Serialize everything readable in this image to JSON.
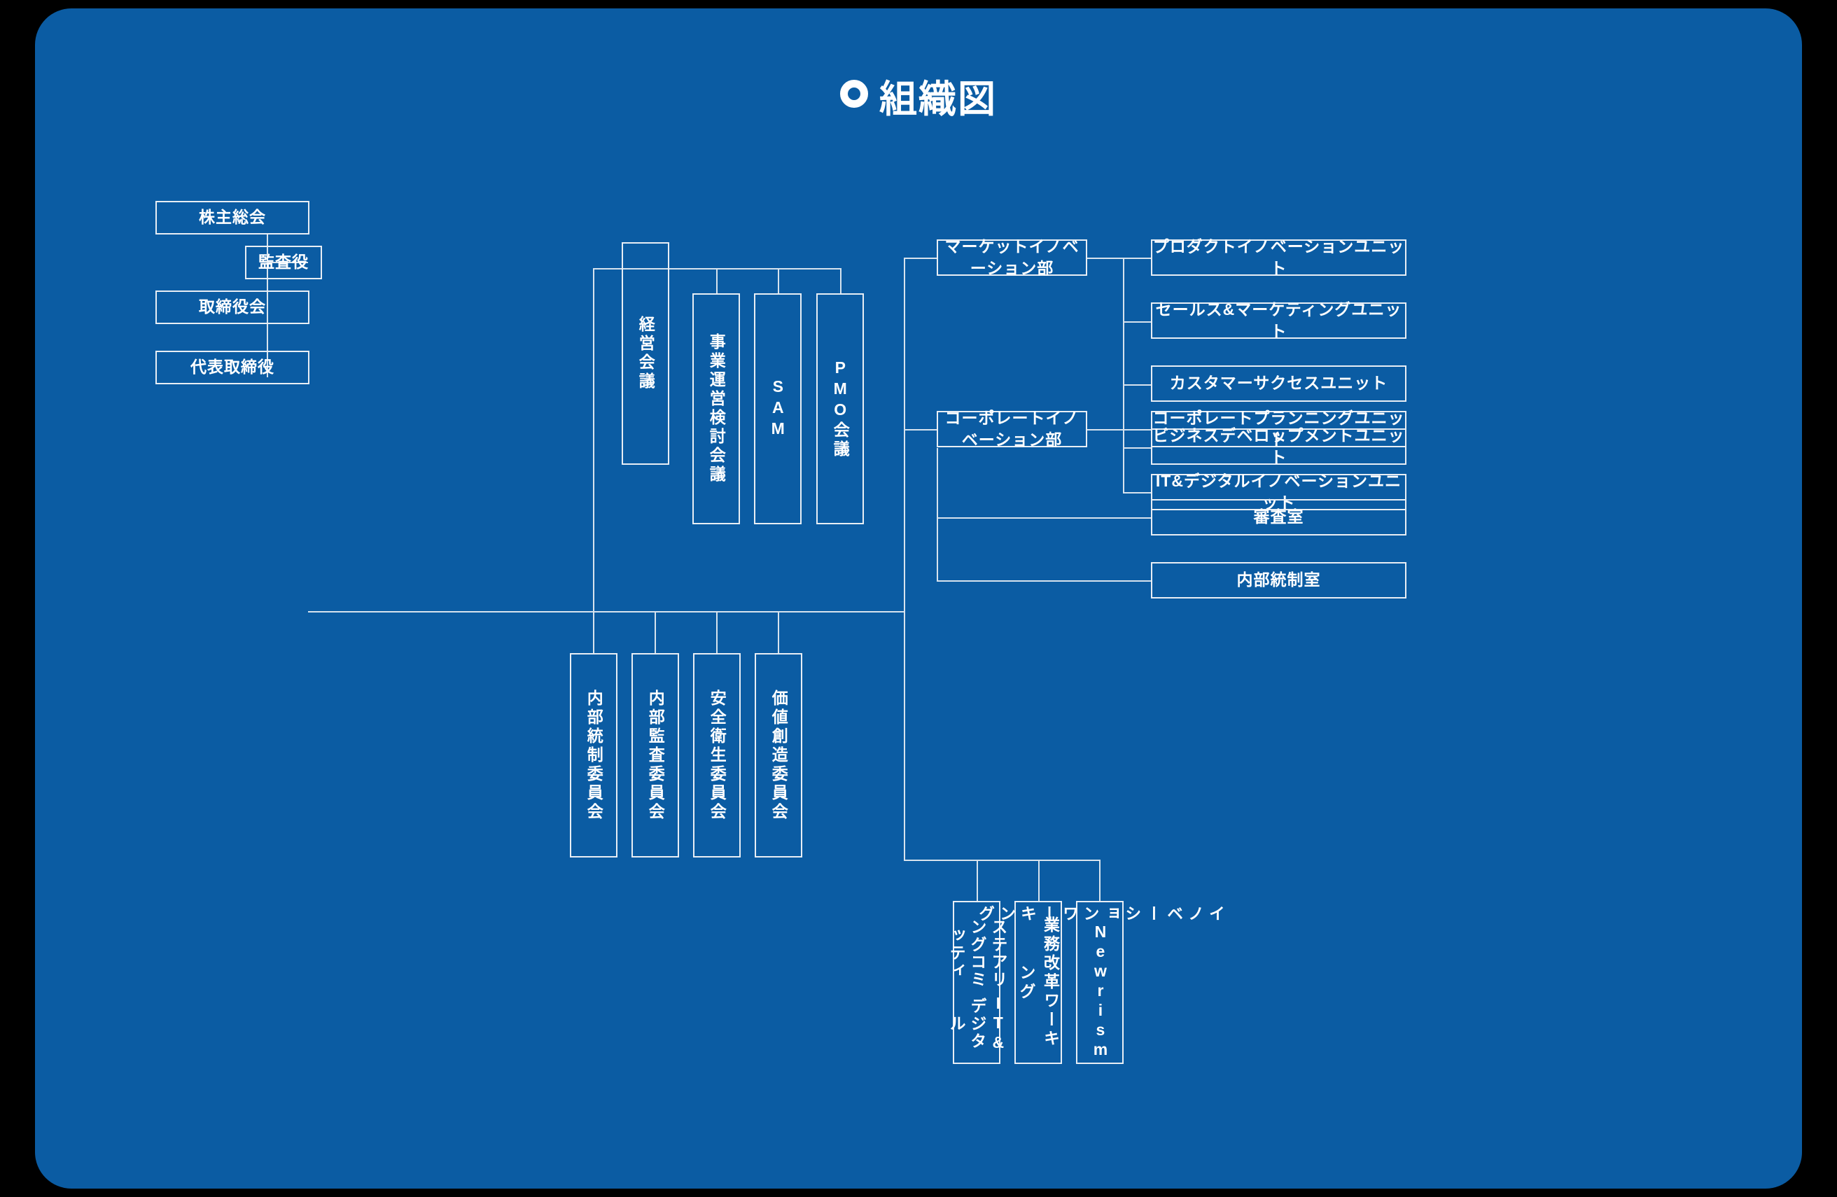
{
  "page": {
    "background_color": "#000000",
    "panel_color": "#0b5ca3",
    "line_color": "#d7e3ee",
    "text_color": "#ffffff"
  },
  "header": {
    "icon": "ring-icon",
    "title": "組織図"
  },
  "chart_data": {
    "type": "diagram",
    "title": "組織図",
    "nodes": [
      {
        "id": "shareholders",
        "label": "株主総会",
        "orientation": "horizontal"
      },
      {
        "id": "auditor",
        "label": "監査役",
        "orientation": "horizontal"
      },
      {
        "id": "board",
        "label": "取締役会",
        "orientation": "horizontal"
      },
      {
        "id": "ceo",
        "label": "代表取締役",
        "orientation": "horizontal"
      },
      {
        "id": "mgmt-meeting",
        "label": "経営会議",
        "orientation": "vertical"
      },
      {
        "id": "biz-review",
        "label": "事業運営検討会議",
        "orientation": "vertical"
      },
      {
        "id": "sam",
        "label": "SAM",
        "orientation": "vertical"
      },
      {
        "id": "pmo",
        "label": "PMO会議",
        "orientation": "vertical"
      },
      {
        "id": "internal-control-c",
        "label": "内部統制委員会",
        "orientation": "vertical"
      },
      {
        "id": "internal-audit-c",
        "label": "内部監査委員会",
        "orientation": "vertical"
      },
      {
        "id": "safety-health-c",
        "label": "安全衛生委員会",
        "orientation": "vertical"
      },
      {
        "id": "value-creation-c",
        "label": "価値創造委員会",
        "orientation": "vertical"
      },
      {
        "id": "market-innovation",
        "label": "マーケットイノベーション部",
        "orientation": "horizontal"
      },
      {
        "id": "product-unit",
        "label": "プロダクトイノベーションユニット",
        "orientation": "horizontal"
      },
      {
        "id": "sales-marketing",
        "label": "セールス&マーケティングユニット",
        "orientation": "horizontal"
      },
      {
        "id": "customer-success",
        "label": "カスタマーサクセスユニット",
        "orientation": "horizontal"
      },
      {
        "id": "biz-development",
        "label": "ビジネスデベロップメントユニット",
        "orientation": "horizontal"
      },
      {
        "id": "corporate-innovation",
        "label": "コーポレートイノベーション部",
        "orientation": "horizontal"
      },
      {
        "id": "corporate-planning",
        "label": "コーポレートプランニングユニット",
        "orientation": "horizontal"
      },
      {
        "id": "it-digital-unit",
        "label": "IT&デジタルイノベーションユニット",
        "orientation": "horizontal"
      },
      {
        "id": "screening-office",
        "label": "審査室",
        "orientation": "horizontal"
      },
      {
        "id": "internal-ctrl-office",
        "label": "内部統制室",
        "orientation": "horizontal"
      },
      {
        "id": "it-digital-steering",
        "label": "IT&デジタルステアリングコミッティ",
        "orientation": "vertical"
      },
      {
        "id": "ops-reform-wg",
        "label": "業務改革ワーキング",
        "orientation": "vertical"
      },
      {
        "id": "newrism-wg",
        "label": "Newrismイノベーションワーキング",
        "orientation": "vertical"
      }
    ],
    "edges": [
      {
        "from": "shareholders",
        "to": "auditor"
      },
      {
        "from": "shareholders",
        "to": "board"
      },
      {
        "from": "board",
        "to": "ceo"
      },
      {
        "from": "ceo",
        "to": "mgmt-meeting"
      },
      {
        "from": "ceo",
        "to": "biz-review"
      },
      {
        "from": "ceo",
        "to": "sam"
      },
      {
        "from": "ceo",
        "to": "pmo"
      },
      {
        "from": "ceo",
        "to": "internal-control-c"
      },
      {
        "from": "ceo",
        "to": "internal-audit-c"
      },
      {
        "from": "ceo",
        "to": "safety-health-c"
      },
      {
        "from": "ceo",
        "to": "value-creation-c"
      },
      {
        "from": "ceo",
        "to": "market-innovation"
      },
      {
        "from": "ceo",
        "to": "corporate-innovation"
      },
      {
        "from": "market-innovation",
        "to": "product-unit"
      },
      {
        "from": "market-innovation",
        "to": "sales-marketing"
      },
      {
        "from": "market-innovation",
        "to": "customer-success"
      },
      {
        "from": "market-innovation",
        "to": "biz-development"
      },
      {
        "from": "corporate-innovation",
        "to": "corporate-planning"
      },
      {
        "from": "corporate-innovation",
        "to": "it-digital-unit"
      },
      {
        "from": "corporate-innovation",
        "to": "screening-office"
      },
      {
        "from": "corporate-innovation",
        "to": "internal-ctrl-office"
      },
      {
        "from": "ceo",
        "to": "it-digital-steering"
      },
      {
        "from": "ceo",
        "to": "ops-reform-wg"
      },
      {
        "from": "ceo",
        "to": "newrism-wg"
      }
    ]
  },
  "nodes": {
    "shareholders": "株主総会",
    "auditor": "監査役",
    "board": "取締役会",
    "ceo": "代表取締役",
    "mgmt_meeting": "経営会議",
    "biz_review": "事業運営検討会議",
    "sam": "SAM",
    "pmo": "PMO会議",
    "internal_control_committee": "内部統制委員会",
    "internal_audit_committee": "内部監査委員会",
    "safety_health_committee": "安全衛生委員会",
    "value_creation_committee": "価値創造委員会",
    "market_innovation_dept": "マーケットイノベーション部",
    "product_innovation_unit": "プロダクトイノベーションユニット",
    "sales_marketing_unit": "セールス&マーケティングユニット",
    "customer_success_unit": "カスタマーサクセスユニット",
    "business_development_unit": "ビジネスデベロップメントユニット",
    "corporate_innovation_dept": "コーポレートイノベーション部",
    "corporate_planning_unit": "コーポレートプランニングユニット",
    "it_digital_innovation_unit": "IT&デジタルイノベーションユニット",
    "screening_office": "審査室",
    "internal_control_office": "内部統制室",
    "it_digital_steering_a": "ステアリングコミッティ",
    "it_digital_steering_b": "IT&デジタル",
    "ops_reform_working": "業務改革ワーキング",
    "newrism_working_a": "イノベーションワーキング",
    "newrism_working_b": "Newrism"
  }
}
